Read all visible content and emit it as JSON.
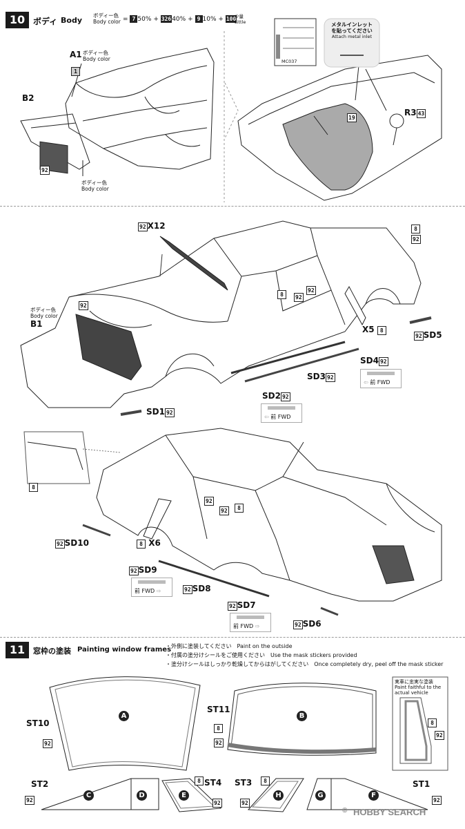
{
  "step10": {
    "number": "10",
    "title_jp": "ボディ",
    "title_en": "Body",
    "body_color_jp": "ボディー色",
    "body_color_en": "Body color",
    "mix": {
      "eq": "=",
      "c1": "7",
      "p1": "50%",
      "plus1": "+",
      "c2": "326",
      "p2": "40%",
      "plus2": "+",
      "c3": "9",
      "p3": "10%",
      "plus3": "+",
      "c4": "100",
      "little_jp": "少量",
      "little_en": "Little"
    },
    "inlet_jp_1": "メタルインレット",
    "inlet_jp_2": "を貼ってください",
    "inlet_en": "Attach metal inlet",
    "sheet_code": "MC037",
    "a1": "A1",
    "a1_color_jp": "ボディー色",
    "a1_color_en": "Body color",
    "a1_badge": "1",
    "b2": "B2",
    "b2_color_jp": "ボディー色",
    "b2_color_en": "Body color",
    "c92": "92",
    "c19": "19",
    "r3": "R3",
    "c43": "43",
    "x12": "X12",
    "c8": "8",
    "b1": "B1",
    "b1_color_jp": "ボディー色",
    "b1_color_en": "Body color",
    "x5": "X5",
    "sd5": "SD5",
    "sd4": "SD4",
    "sd3": "SD3",
    "sd2": "SD2",
    "sd1": "SD1",
    "fwd_jp": "前",
    "fwd_en": "FWD",
    "sd10": "SD10",
    "x6": "X6",
    "sd9": "SD9",
    "sd8": "SD8",
    "sd7": "SD7",
    "sd6": "SD6"
  },
  "step11": {
    "number": "11",
    "title_jp": "窓枠の塗装",
    "title_en": "Painting window frames",
    "note1_jp": "・外側に塗装してください",
    "note1_en": "Paint  on the outside",
    "note2_jp": "・付属の塗分けシールをご使用ください",
    "note2_en": "Use the mask stickers provided",
    "note3_jp": "・塗分けシールはしっかり乾燥してからはがしてください",
    "note3_en": "Once completely dry, peel off the mask sticker",
    "real_jp": "実車に忠実な塗装",
    "real_en": "Paint faithful to the actual vehicle",
    "st10": "ST10",
    "st11": "ST11",
    "st2": "ST2",
    "st4": "ST4",
    "st3": "ST3",
    "st1": "ST1",
    "A": "A",
    "B": "B",
    "C": "C",
    "D": "D",
    "E": "E",
    "F": "F",
    "G": "G",
    "H": "H",
    "c92": "92",
    "c8": "8"
  },
  "watermark": "HOBBY SEARCH",
  "copyright": "©"
}
